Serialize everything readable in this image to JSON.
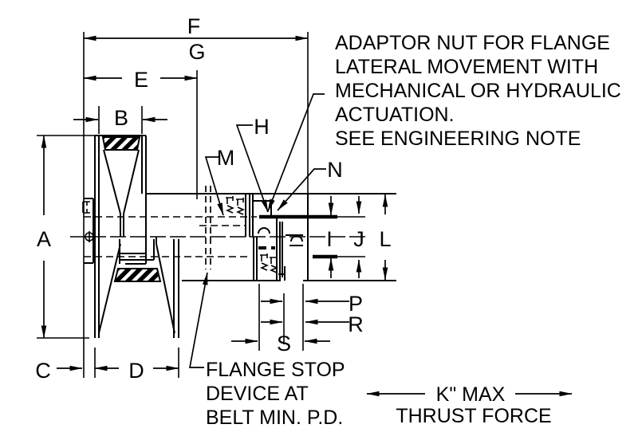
{
  "drawing": {
    "type": "engineering-section-drawing",
    "subject": "variable pitch pulley with adaptor nut",
    "colors": {
      "line": "#000000",
      "background": "#ffffff"
    },
    "dimension_labels": {
      "A": "A",
      "B": "B",
      "C": "C",
      "D": "D",
      "E": "E",
      "F": "F",
      "G": "G",
      "H": "H",
      "I": "I",
      "J": "J",
      "L": "L",
      "M": "M",
      "N": "N",
      "P": "P",
      "R": "R",
      "S": "S"
    },
    "notes": {
      "adaptor_note_lines": [
        "ADAPTOR NUT FOR FLANGE",
        "LATERAL MOVEMENT WITH",
        "MECHANICAL OR HYDRAULIC",
        "ACTUATION.",
        "SEE ENGINEERING NOTE"
      ],
      "flange_stop_lines": [
        "FLANGE STOP",
        "DEVICE AT",
        "BELT MIN. P.D."
      ],
      "thrust_line1": "K\" MAX",
      "thrust_line2": "THRUST FORCE"
    }
  }
}
